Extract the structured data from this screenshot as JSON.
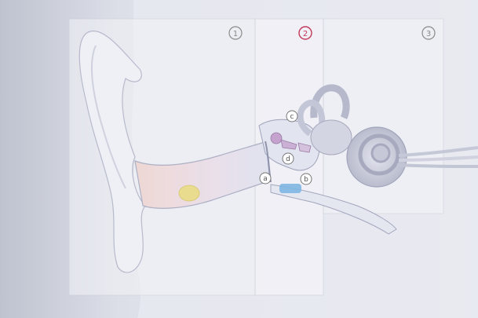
{
  "zones": [
    {
      "id": "outer-ear",
      "label": "1",
      "color": "#8a8a8a"
    },
    {
      "id": "middle-ear",
      "label": "2",
      "color": "#c23a5a"
    },
    {
      "id": "inner-ear",
      "label": "3",
      "color": "#8a8a8a"
    }
  ],
  "callouts": [
    {
      "id": "a",
      "label": "a"
    },
    {
      "id": "b",
      "label": "b"
    },
    {
      "id": "c",
      "label": "c"
    },
    {
      "id": "d",
      "label": "d"
    }
  ],
  "colors": {
    "background": "#d9dce6",
    "panel": "#f1f2f7",
    "tissue": "#eceef6",
    "canal_warm": "#e8c8c8",
    "earwax": "#e9dc8e",
    "fluid": "#7fb6e2",
    "ossicle": "#c6a3cf",
    "cochlea": "#cbcddd"
  }
}
